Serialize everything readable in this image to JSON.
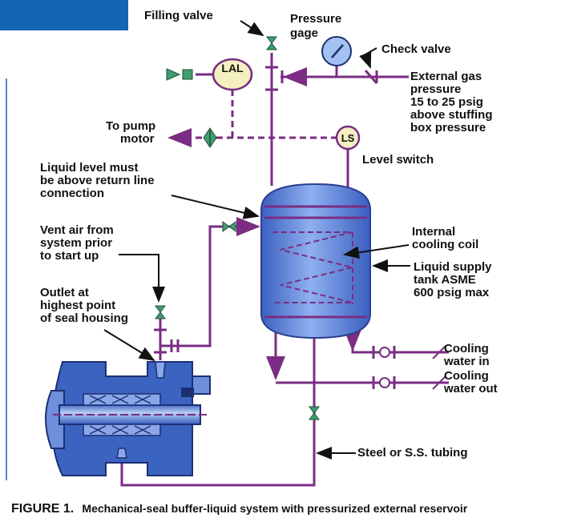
{
  "colors": {
    "accent_block": "#1565b5",
    "pipe": "#7a2d83",
    "tank": "#4a74d1",
    "valve": "#3f9f6f",
    "instrument": "#f4f0c0",
    "seal_housing": "#3b63c0"
  },
  "labels": {
    "filling_valve": "Filling valve",
    "pressure_gage_1": "Pressure",
    "pressure_gage_2": "gage",
    "check_valve": "Check valve",
    "external_gas_1": "External gas",
    "external_gas_2": "pressure",
    "external_gas_3": "15 to 25 psig",
    "external_gas_4": "above stuffing",
    "external_gas_5": "box pressure",
    "to_pump_1": "To pump",
    "to_pump_2": "motor",
    "level_switch": "Level switch",
    "liquid_level_1": "Liquid level must",
    "liquid_level_2": "be above return line",
    "liquid_level_3": "connection",
    "vent_air_1": "Vent air from",
    "vent_air_2": "system prior",
    "vent_air_3": "to start up",
    "internal_coil_1": "Internal",
    "internal_coil_2": "cooling coil",
    "liquid_supply_1": "Liquid supply",
    "liquid_supply_2": "tank ASME",
    "liquid_supply_3": "600 psig max",
    "outlet_1": "Outlet at",
    "outlet_2": "highest point",
    "outlet_3": "of seal housing",
    "cooling_in_1": "Cooling",
    "cooling_in_2": "water in",
    "cooling_out_1": "Cooling",
    "cooling_out_2": "water out",
    "tubing": "Steel or S.S. tubing"
  },
  "instruments": {
    "lal": "LAL",
    "ls": "LS"
  },
  "caption": {
    "figure": "FIGURE 1.",
    "text": "Mechanical-seal buffer-liquid system with pressurized external reservoir"
  }
}
